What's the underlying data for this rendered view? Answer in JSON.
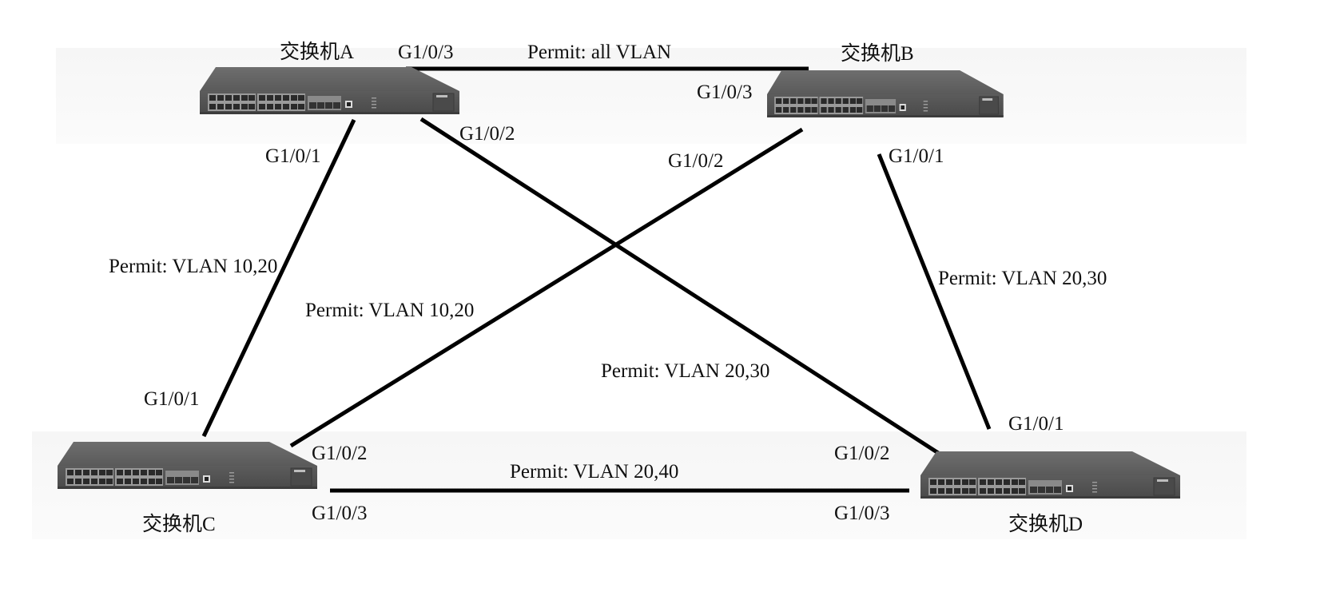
{
  "diagram": {
    "type": "network-topology",
    "switches": [
      {
        "id": "A",
        "name": "交换机A"
      },
      {
        "id": "B",
        "name": "交换机B"
      },
      {
        "id": "C",
        "name": "交换机C"
      },
      {
        "id": "D",
        "name": "交换机D"
      }
    ],
    "links": [
      {
        "from": "A",
        "to": "B",
        "from_port": "G1/0/3",
        "to_port": "G1/0/3",
        "label": "Permit: all VLAN"
      },
      {
        "from": "A",
        "to": "C",
        "from_port": "G1/0/1",
        "to_port": "G1/0/1",
        "label": "Permit: VLAN 10,20"
      },
      {
        "from": "A",
        "to": "D",
        "from_port": "G1/0/2",
        "to_port": "G1/0/2",
        "label": "Permit: VLAN 20,30"
      },
      {
        "from": "B",
        "to": "C",
        "from_port": "G1/0/2",
        "to_port": "G1/0/2",
        "label": "Permit: VLAN 10,20"
      },
      {
        "from": "B",
        "to": "D",
        "from_port": "G1/0/1",
        "to_port": "G1/0/1",
        "label": "Permit: VLAN 20,30"
      },
      {
        "from": "C",
        "to": "D",
        "from_port": "G1/0/3",
        "to_port": "G1/0/3",
        "label": "Permit: VLAN 20,40"
      }
    ]
  }
}
